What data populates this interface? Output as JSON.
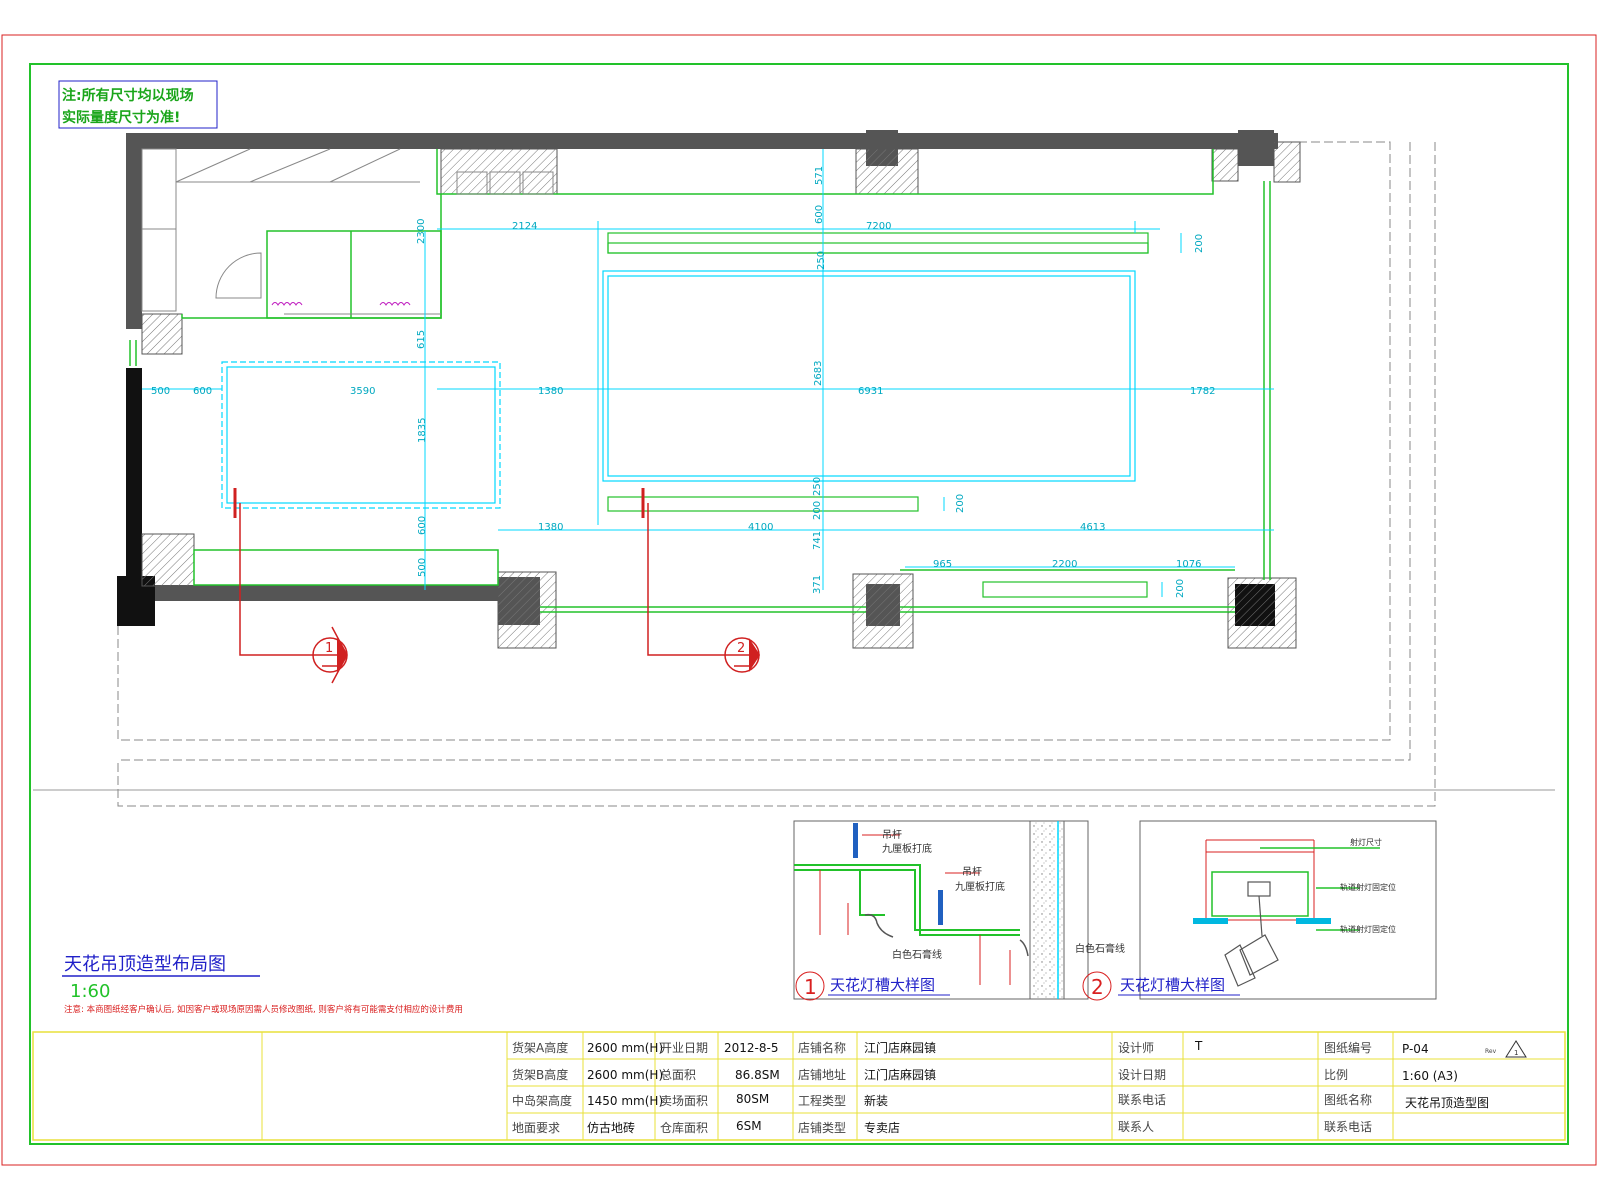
{
  "note": {
    "line1": "注:所有尺寸均以现场",
    "line2": "实际量度尺寸为准!"
  },
  "drawing": {
    "title": "天花吊顶造型布局图",
    "scale": "1:60",
    "disclaimer": "注意: 本商图纸经客户确认后, 如因客户或现场原因需人员修改图纸, 则客户将有可能需支付相应的设计费用"
  },
  "dimensions": {
    "top_dims": [
      "2124",
      "7200",
      "571",
      "600",
      "200",
      "250",
      "2300"
    ],
    "mid_row": [
      "500",
      "600",
      "3590",
      "1380",
      "6931",
      "1782"
    ],
    "vertical": [
      "615",
      "1835",
      "600",
      "500",
      "2683",
      "250",
      "200",
      "741",
      "371"
    ],
    "lower_row": [
      "1380",
      "4100",
      "4613"
    ],
    "bottom_row": [
      "965",
      "2200",
      "1076"
    ],
    "small_200": [
      "200",
      "200",
      "200"
    ]
  },
  "section_markers": [
    {
      "num": "1"
    },
    {
      "num": "2"
    }
  ],
  "details": [
    {
      "num": "1",
      "title": "天花灯槽大样图",
      "labels": [
        "吊杆",
        "九厘板打底",
        "吊杆",
        "九厘板打底",
        "白色石膏线",
        "白色石膏线"
      ]
    },
    {
      "num": "2",
      "title": "天花灯槽大样图",
      "labels": [
        "射灯尺寸",
        "轨道射灯固定位",
        "轨道射灯固定位"
      ]
    }
  ],
  "title_block": {
    "rows": [
      {
        "c1_label": "货架A高度",
        "c1_value": "2600 mm(H)",
        "c2_label": "开业日期",
        "c2_value": "2012-8-5",
        "c3_label": "店铺名称",
        "c3_value": "江门店麻园镇",
        "c4_label": "设计师",
        "c4_value": "T",
        "c5_label": "图纸编号",
        "c5_value": "P-04"
      },
      {
        "c1_label": "货架B高度",
        "c1_value": "2600 mm(H)",
        "c2_label": "总面积",
        "c2_value": "86.8SM",
        "c3_label": "店铺地址",
        "c3_value": "江门店麻园镇",
        "c4_label": "设计日期",
        "c4_value": "",
        "c5_label": "比例",
        "c5_value": "1:60 (A3)"
      },
      {
        "c1_label": "中岛架高度",
        "c1_value": "1450 mm(H)",
        "c2_label": "卖场面积",
        "c2_value": "80SM",
        "c3_label": "工程类型",
        "c3_value": "新装",
        "c4_label": "联系电话",
        "c4_value": "",
        "c5_label": "图纸名称",
        "c5_value": "天花吊顶造型图"
      },
      {
        "c1_label": "地面要求",
        "c1_value": "仿古地砖",
        "c2_label": "仓库面积",
        "c2_value": "6SM",
        "c3_label": "店铺类型",
        "c3_value": "专卖店",
        "c4_label": "联系人",
        "c4_value": "",
        "c5_label": "联系电话",
        "c5_value": ""
      }
    ],
    "rev_label": "Rev",
    "rev_symbol": "1"
  },
  "colors": {
    "frame_red": "#d92020",
    "border_green": "#22c22a",
    "dim_cyan": "#00d8ff",
    "wall_dark": "#555555",
    "title_block_yellow": "#e8e03a",
    "marker_red": "#d02020",
    "note_blue": "#2020c8"
  }
}
